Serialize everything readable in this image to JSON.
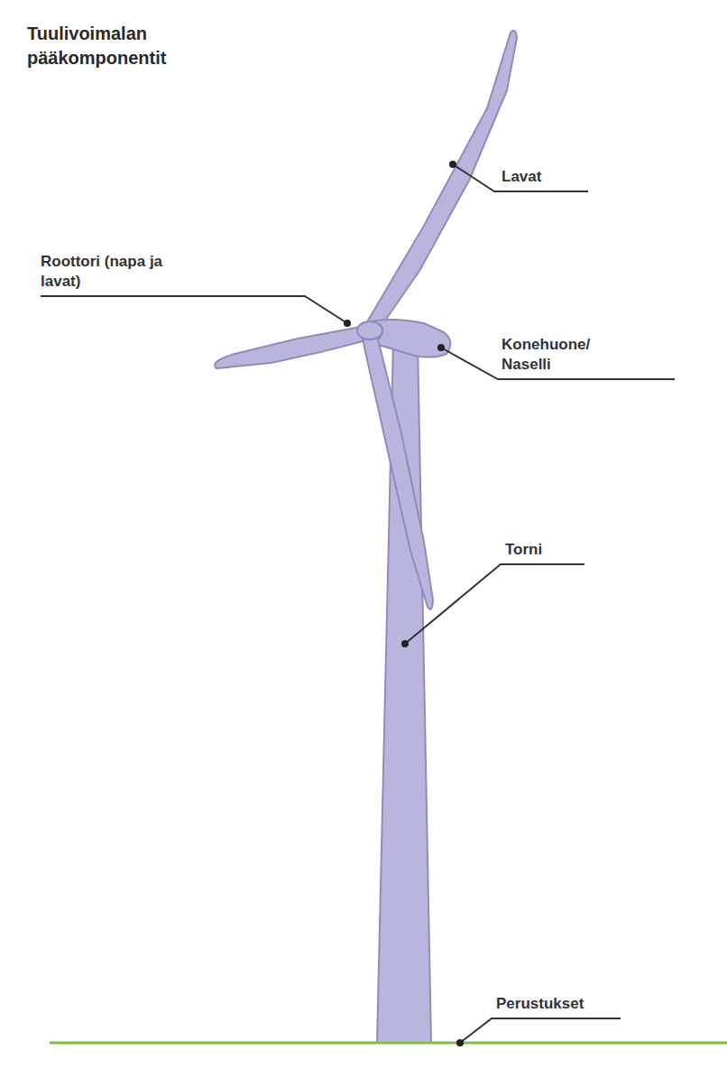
{
  "diagram": {
    "title": "Tuulivoimalan pääkomponentit",
    "labels": [
      "Lavat",
      "Roottori (napa ja lavat)",
      "Konehuone/ Naselli",
      "Torni",
      "Perustukset"
    ]
  }
}
